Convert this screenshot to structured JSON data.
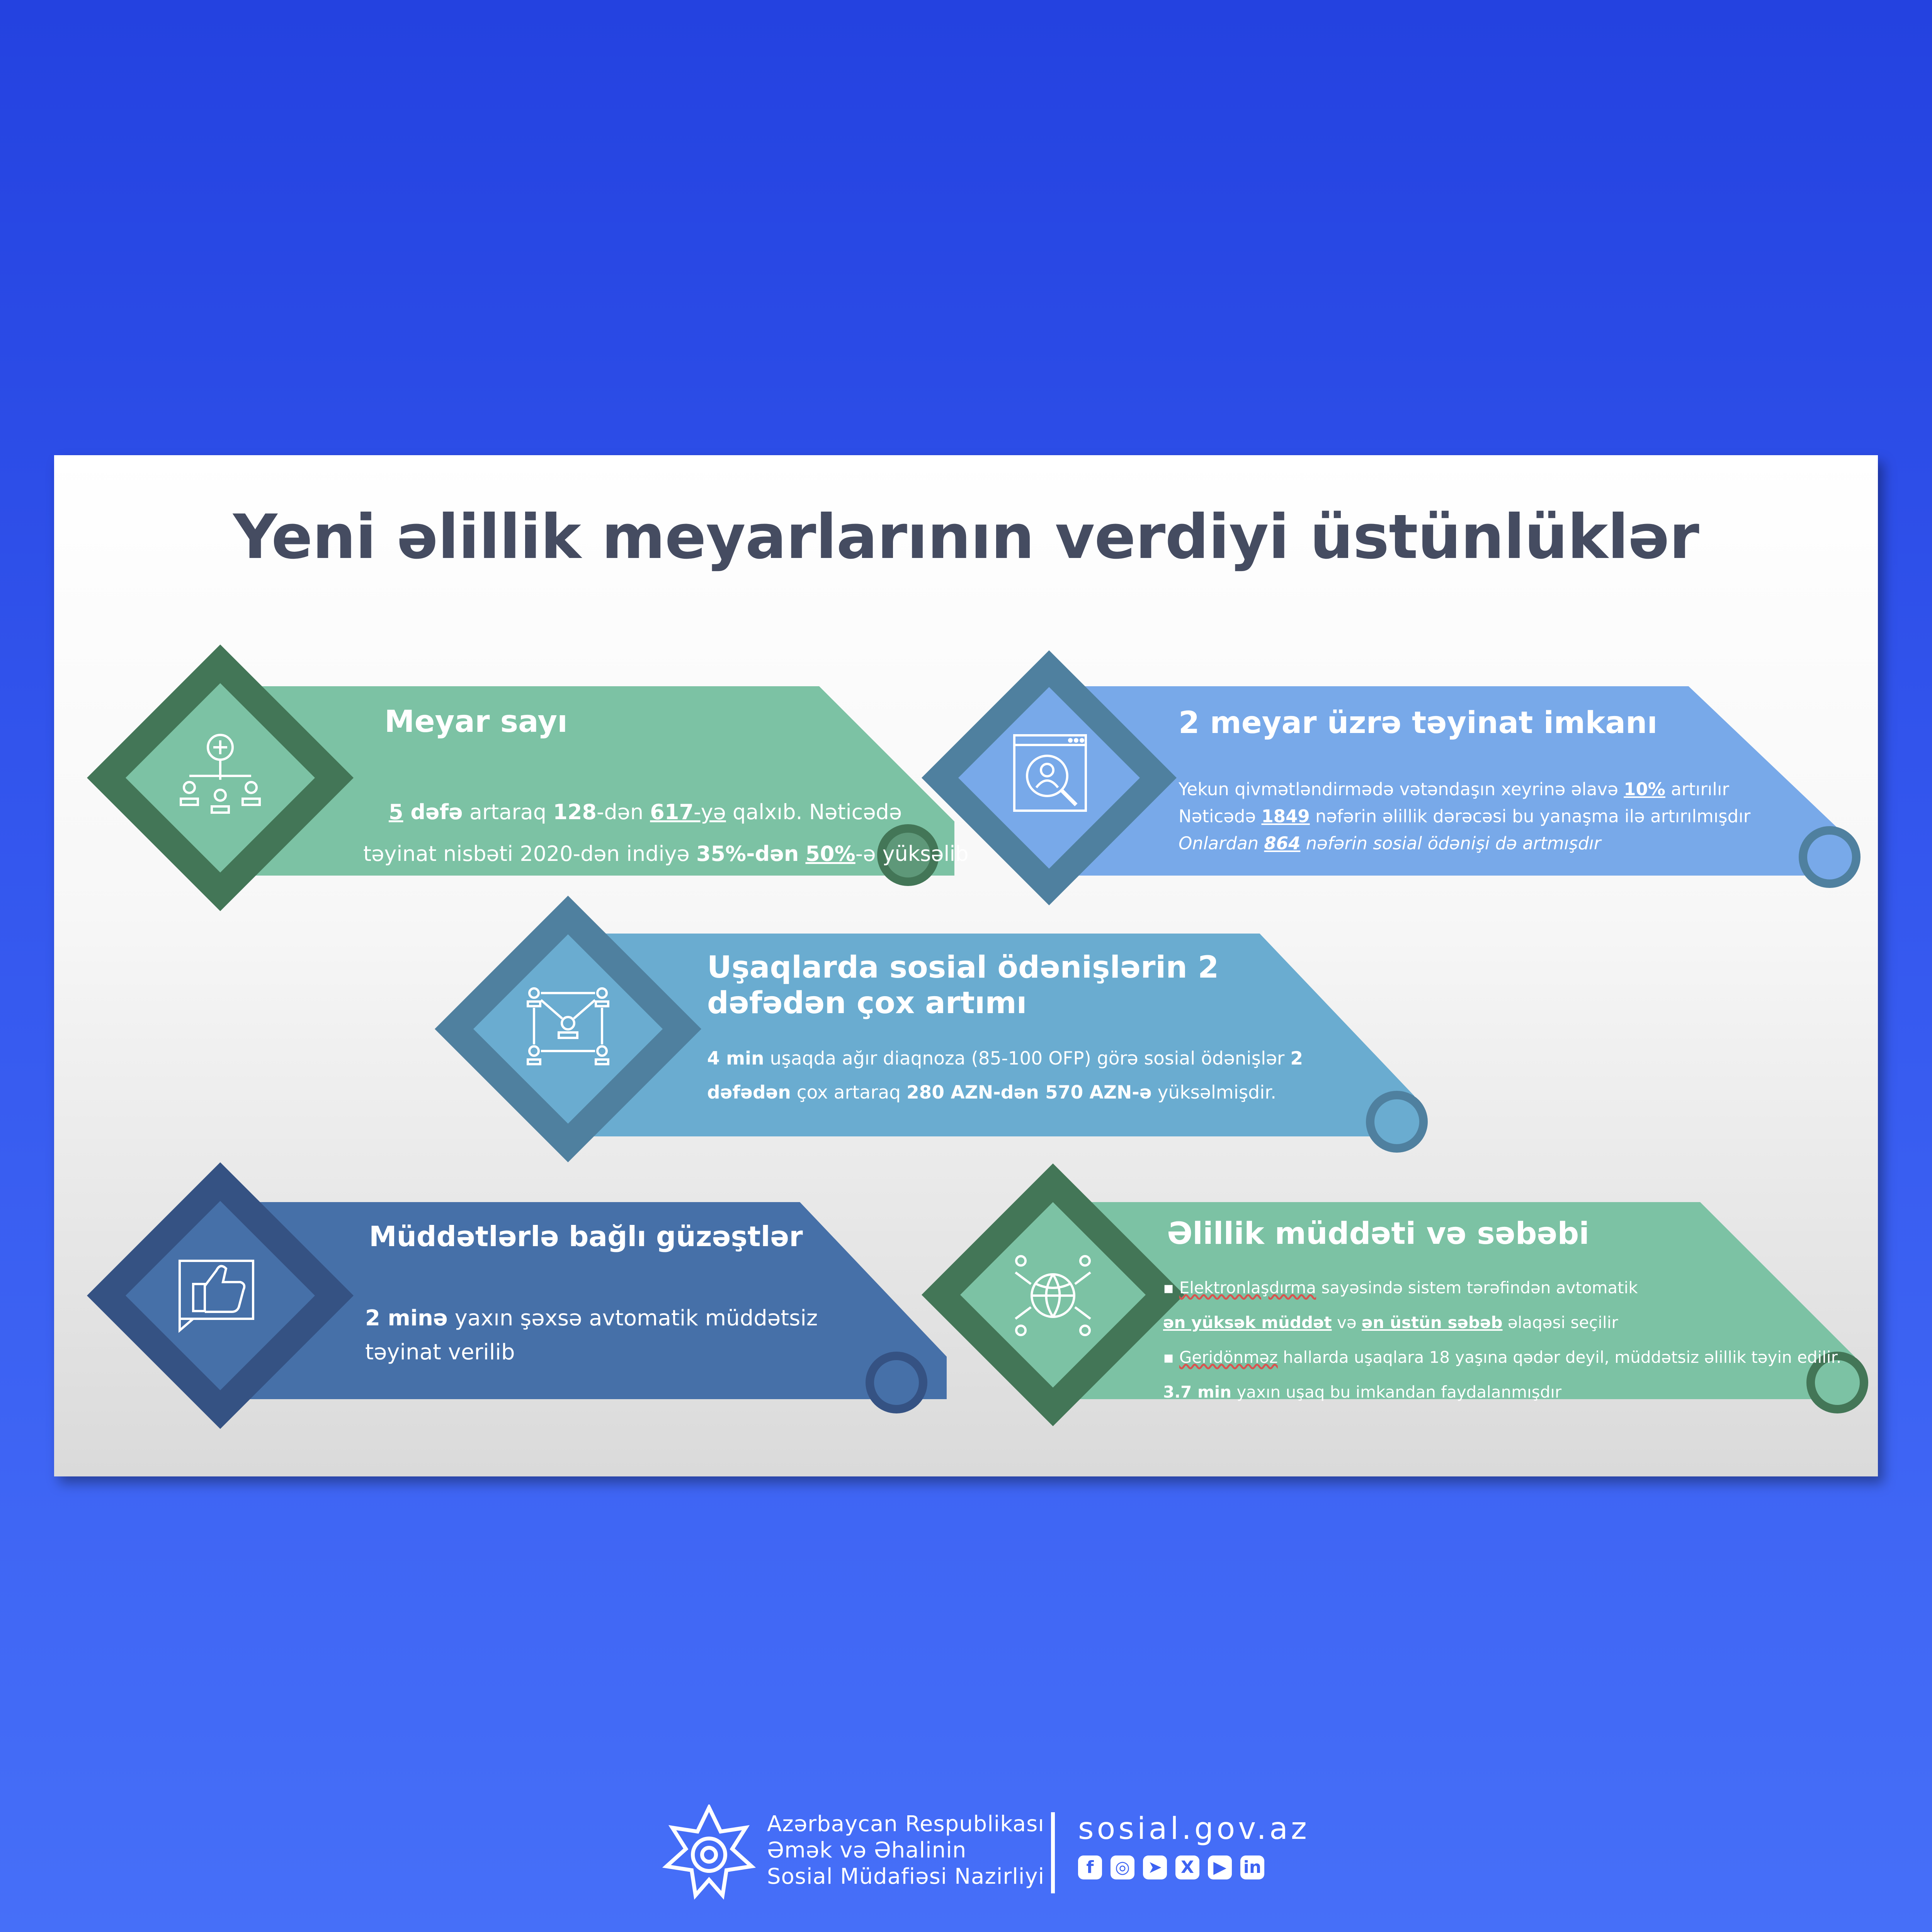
{
  "title": "Yeni əlillik meyarlarının verdiyi üstünlüklər",
  "colors": {
    "green_banner": "#7cc2a4",
    "green_diamond": "#437657",
    "blue_banner": "#78a9e9",
    "blue_diamond": "#4f809f",
    "teal_banner": "#6aacd0",
    "navy_banner": "#4670a8",
    "navy_diamond": "#355283"
  },
  "cards": [
    {
      "heading": "Meyar sayı",
      "icon": "people-plus-icon",
      "lines": [
        [
          {
            "t": "5",
            "b": true,
            "u": true
          },
          {
            "t": " dəfə",
            "b": true
          },
          {
            "t": " artaraq "
          },
          {
            "t": "128",
            "b": true
          },
          {
            "t": "-dən "
          },
          {
            "t": "617",
            "b": true,
            "u": true
          },
          {
            "t": "-yə",
            "u": true
          },
          {
            "t": " qalxıb. Nəticədə"
          }
        ],
        [
          {
            "t": "təyinat nisbəti 2020-dən indiyə "
          },
          {
            "t": "35%-dən",
            "b": true
          },
          {
            "t": " "
          },
          {
            "t": "50%",
            "b": true,
            "u": true
          },
          {
            "t": "-ə yüksəlib"
          }
        ]
      ]
    },
    {
      "heading": "2 meyar üzrə təyinat imkanı",
      "icon": "magnify-person-icon",
      "lines": [
        [
          {
            "t": "Yekun qivmətləndirmədə vətəndaşın xeyrinə əlavə "
          },
          {
            "t": "10%",
            "b": true,
            "u": true
          },
          {
            "t": " artırılır"
          }
        ],
        [
          {
            "t": "Nəticədə "
          },
          {
            "t": "1849",
            "b": true,
            "u": true
          },
          {
            "t": " nəfərin əlillik dərəcəsi bu yanaşma ilə artırılmışdır"
          }
        ],
        [
          {
            "t": "Onlardan ",
            "i": true
          },
          {
            "t": "864",
            "b": true,
            "u": true,
            "i": true
          },
          {
            "t": " nəfərin sosial ödənişi də artmışdır",
            "i": true
          }
        ]
      ]
    },
    {
      "heading_lines": [
        "Uşaqlarda sosial ödənişlərin 2",
        "dəfədən çox artımı"
      ],
      "icon": "network-people-icon",
      "lines": [
        [
          {
            "t": "4 min",
            "b": true
          },
          {
            "t": " uşaqda ağır diaqnoza (85-100 OFP) görə sosial ödənişlər "
          },
          {
            "t": "2",
            "b": true
          }
        ],
        [
          {
            "t": "dəfədən",
            "b": true
          },
          {
            "t": " çox artaraq "
          },
          {
            "t": "280 AZN-dən 570 AZN-ə",
            "b": true
          },
          {
            "t": " yüksəlmişdir."
          }
        ]
      ]
    },
    {
      "heading": "Müddətlərlə bağlı güzəştlər",
      "icon": "thumbs-up-icon",
      "lines": [
        [
          {
            "t": "2 minə",
            "b": true
          },
          {
            "t": " yaxın şəxsə avtomatik müddətsiz"
          }
        ],
        [
          {
            "t": "təyinat verilib"
          }
        ]
      ]
    },
    {
      "heading": "Əlillik müddəti və səbəbi",
      "icon": "globe-people-icon",
      "lines": [
        [
          {
            "t": "▪ "
          },
          {
            "t": "Elektronlaşdırma",
            "sq": true
          },
          {
            "t": " sayəsində sistem tərəfindən avtomatik"
          }
        ],
        [
          {
            "t": "ən yüksək müddət",
            "b": true,
            "u": true
          },
          {
            "t": " və "
          },
          {
            "t": "ən üstün səbəb",
            "b": true,
            "u": true
          },
          {
            "t": " əlaqəsi seçilir"
          }
        ],
        [
          {
            "t": "▪ "
          },
          {
            "t": "Geridönməz",
            "sq": true
          },
          {
            "t": " hallarda uşaqlara 18 yaşına qədər deyil, müddətsiz əlillik təyin edilir."
          }
        ],
        [
          {
            "t": "3.7 min",
            "b": true
          },
          {
            "t": " yaxın uşaq bu imkandan faydalanmışdır"
          }
        ]
      ]
    }
  ],
  "footer": {
    "ministry": [
      "Azərbaycan Respublikası",
      "Əmək və Əhalinin",
      "Sosial Müdafiəsi Nazirliyi"
    ],
    "website": "sosial.gov.az",
    "social": [
      {
        "name": "facebook-icon",
        "glyph": "f"
      },
      {
        "name": "instagram-icon",
        "glyph": "◎"
      },
      {
        "name": "telegram-icon",
        "glyph": "➤"
      },
      {
        "name": "x-icon",
        "glyph": "X"
      },
      {
        "name": "youtube-icon",
        "glyph": "▶"
      },
      {
        "name": "linkedin-icon",
        "glyph": "in"
      }
    ]
  }
}
